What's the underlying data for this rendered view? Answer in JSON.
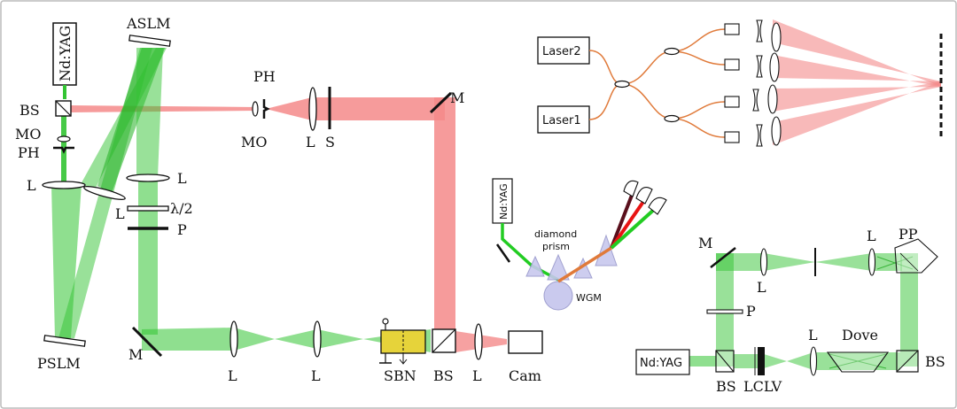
{
  "colors": {
    "red_beam": "#f48a8a",
    "green_beam": "#33c433",
    "orange_fiber": "#e07a3a",
    "crystal_yellow": "#e6d33a",
    "prism_lavender": "#c8c8ee",
    "dark_red": "#5a0f1c",
    "bright_red": "#e81414",
    "bright_green": "#22cc22",
    "frame_border": "#bbbbbb"
  },
  "left_setup": {
    "laser": "Nd:YAG",
    "bs_top": "BS",
    "mo_left": "MO",
    "ph_left": "PH",
    "l_left_1": "L",
    "l_left_2": "L",
    "aslm": "ASLM",
    "pslm": "PSLM",
    "l_mid": "L",
    "lambda_half": "λ/2",
    "polarizer": "P",
    "mirror_bottom": "M",
    "ph_top": "PH",
    "mo_mid": "MO",
    "l_top": "L",
    "s_top": "S",
    "mirror_top": "M",
    "l_bottom_1": "L",
    "l_bottom_2": "L",
    "sbn": "SBN",
    "bs_bottom": "BS",
    "l_bottom_3": "L",
    "cam": "Cam"
  },
  "fiber_setup": {
    "laser2": "Laser2",
    "laser1": "Laser1"
  },
  "wgm_setup": {
    "laser": "Nd:YAG",
    "prism_line1": "diamond",
    "prism_line2": "prism",
    "wgm": "WGM"
  },
  "bottom_right_setup": {
    "mirror": "M",
    "l_1": "L",
    "l_2": "L",
    "pp": "PP",
    "polarizer": "P",
    "laser": "Nd:YAG",
    "bs_left": "BS",
    "lclv": "LCLV",
    "l_3": "L",
    "dove": "Dove",
    "bs_right": "BS"
  }
}
